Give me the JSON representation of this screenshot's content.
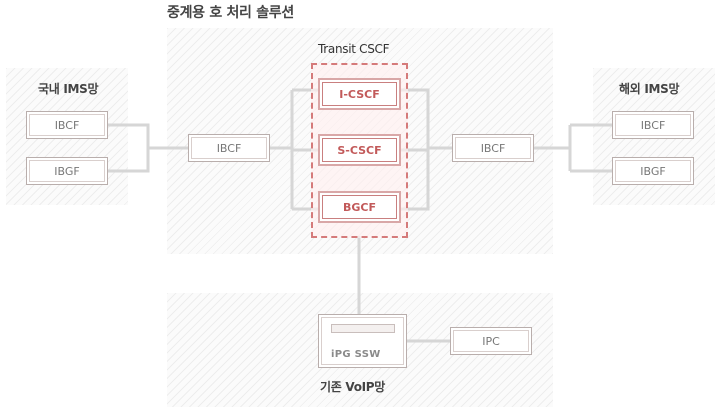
{
  "diagram_title": "중계용 호 처리 솔루션",
  "domestic": {
    "title": "국내 IMS망",
    "nodes": [
      "IBCF",
      "IBGF"
    ]
  },
  "overseas": {
    "title": "해외 IMS망",
    "nodes": [
      "IBCF",
      "IBGF"
    ]
  },
  "transit": {
    "title": "Transit CSCF",
    "nodes": [
      "I-CSCF",
      "S-CSCF",
      "BGCF"
    ],
    "left_ibcf": "IBCF",
    "right_ibcf": "IBCF"
  },
  "legacy": {
    "title": "기존 VoIP망",
    "ssw_label": "iPG SSW",
    "ipc": "IPC"
  },
  "colors": {
    "accent": "#d57a7a",
    "box_border": "#b9aeac",
    "line": "#d6d6d6"
  }
}
